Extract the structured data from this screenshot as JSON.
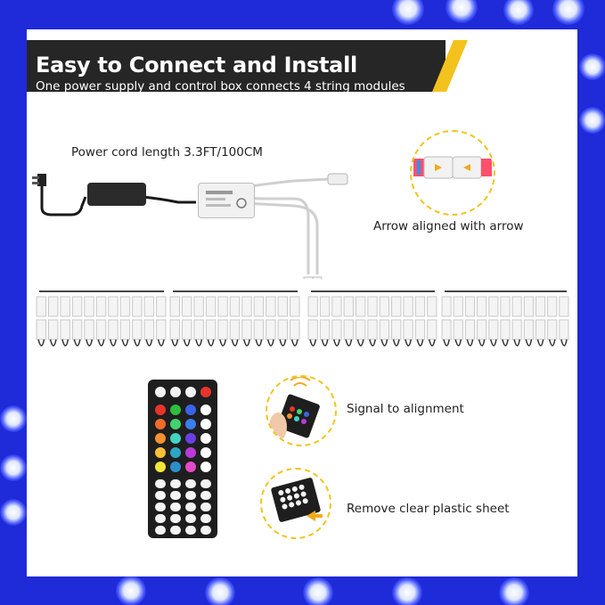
{
  "banner": {
    "title": "Easy to Connect and Install",
    "subtitle": "One power supply and control box connects 4 string modules"
  },
  "labels": {
    "power_cord": "Power cord length 3.3FT/100CM",
    "arrow_aligned": "Arrow aligned with arrow",
    "signal": "Signal to alignment",
    "remove_sheet": "Remove clear plastic sheet"
  },
  "colors": {
    "background_blue": "#1f2ad8",
    "banner_dark": "#262626",
    "accent_yellow": "#f4c21c",
    "led_module": "#f4f4f4"
  },
  "remote_buttons": [
    "#e8342c",
    "#2fbd3c",
    "#3a64e8",
    "#ffffff",
    "#f26a2b",
    "#43d36e",
    "#3d7df0",
    "#ffffff",
    "#f7912f",
    "#41d4c2",
    "#6a3fe0",
    "#ffffff",
    "#f7c036",
    "#2aa7c4",
    "#b93ad8",
    "#ffffff",
    "#f2e63a",
    "#2c8fc9",
    "#e44ac7",
    "#ffffff"
  ]
}
